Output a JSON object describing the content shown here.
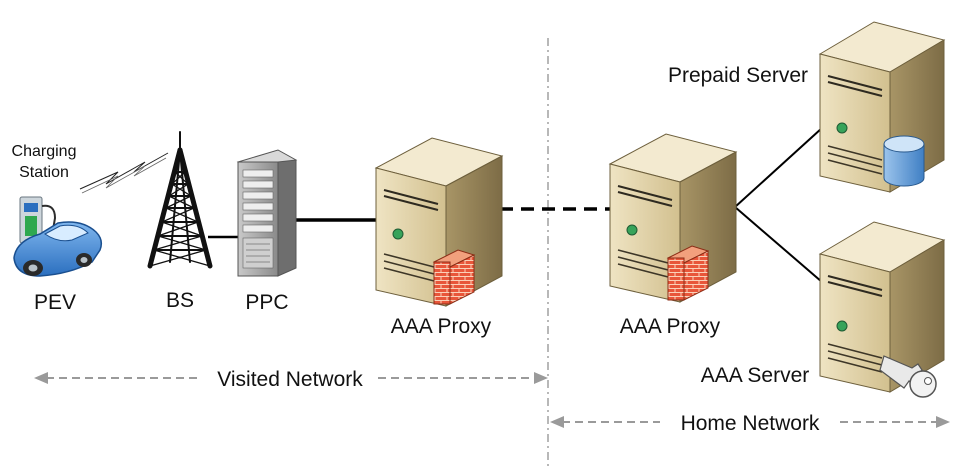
{
  "labels": {
    "charging_station_line1": "Charging",
    "charging_station_line2": "Station",
    "pev": "PEV",
    "bs": "BS",
    "ppc": "PPC",
    "aaa_proxy_visited": "AAA Proxy",
    "aaa_proxy_home": "AAA Proxy",
    "prepaid_server": "Prepaid Server",
    "aaa_server": "AAA Server"
  },
  "networks": {
    "visited": "Visited Network",
    "home": "Home Network"
  },
  "icons": {
    "car": "car-icon",
    "charger": "charging-station-icon",
    "tower": "radio-tower-icon",
    "rack": "server-rack-icon",
    "server": "server-icon",
    "firewall": "firewall-icon",
    "database": "database-icon",
    "key": "key-icon"
  },
  "colors": {
    "server_beige": "#d8c79a",
    "server_dark": "#8e7c52",
    "firewall": "#e8563a",
    "database": "#6fa3d8",
    "car": "#3b86d6",
    "arrow_gray": "#9a9a9a"
  }
}
